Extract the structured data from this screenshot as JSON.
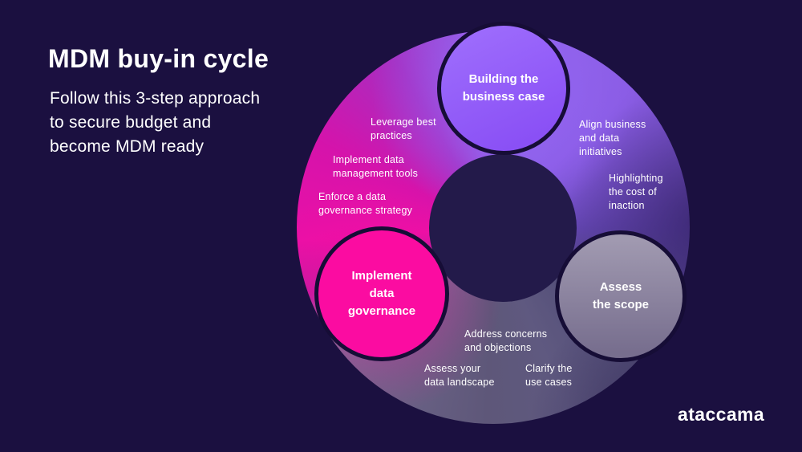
{
  "background_color": "#1b1040",
  "header": {
    "title": "MDM buy-in cycle",
    "subtitle": "Follow this 3-step approach to secure budget and become MDM ready",
    "subtitle_lines": [
      "Follow this 3-step approach",
      "to secure budget and",
      "become MDM ready"
    ]
  },
  "logo": {
    "text": "ataccama"
  },
  "diagram": {
    "type": "cycle",
    "ring_colors": {
      "magenta": "#ea10a6",
      "purple": "#8a5ce4",
      "gray": "#5e5779"
    },
    "node_border_color": "#160d36",
    "steps": [
      {
        "id": "building-business-case",
        "label": "Building the business case",
        "lines": [
          "Building the",
          "business case"
        ],
        "color": "#925bfb",
        "position": "top"
      },
      {
        "id": "implement-data-governance",
        "label": "Implement data governance",
        "lines": [
          "Implement",
          "data",
          "governance"
        ],
        "color": "#fb0ca1",
        "position": "bottom-left"
      },
      {
        "id": "assess-the-scope",
        "label": "Assess the scope",
        "lines": [
          "Assess",
          "the scope"
        ],
        "color": "#8b8298",
        "position": "bottom-right"
      }
    ],
    "annotations": [
      {
        "id": "leverage-best-practices",
        "step": "implement-data-governance",
        "lines": [
          "Leverage best",
          "practices"
        ]
      },
      {
        "id": "implement-data-management-tools",
        "step": "implement-data-governance",
        "lines": [
          "Implement data",
          "management tools"
        ]
      },
      {
        "id": "enforce-governance-strategy",
        "step": "implement-data-governance",
        "lines": [
          "Enforce a data",
          "governance strategy"
        ]
      },
      {
        "id": "align-business-data-initiatives",
        "step": "building-business-case",
        "lines": [
          "Align business",
          "and data",
          "initiatives"
        ]
      },
      {
        "id": "highlighting-cost-of-inaction",
        "step": "building-business-case",
        "lines": [
          "Highlighting",
          "the cost of",
          "inaction"
        ]
      },
      {
        "id": "address-concerns-objections",
        "step": "assess-the-scope",
        "lines": [
          "Address concerns",
          "and objections"
        ]
      },
      {
        "id": "assess-your-data-landscape",
        "step": "assess-the-scope",
        "lines": [
          "Assess your",
          "data landscape"
        ]
      },
      {
        "id": "clarify-the-use-cases",
        "step": "assess-the-scope",
        "lines": [
          "Clarify the",
          "use cases"
        ]
      }
    ]
  }
}
